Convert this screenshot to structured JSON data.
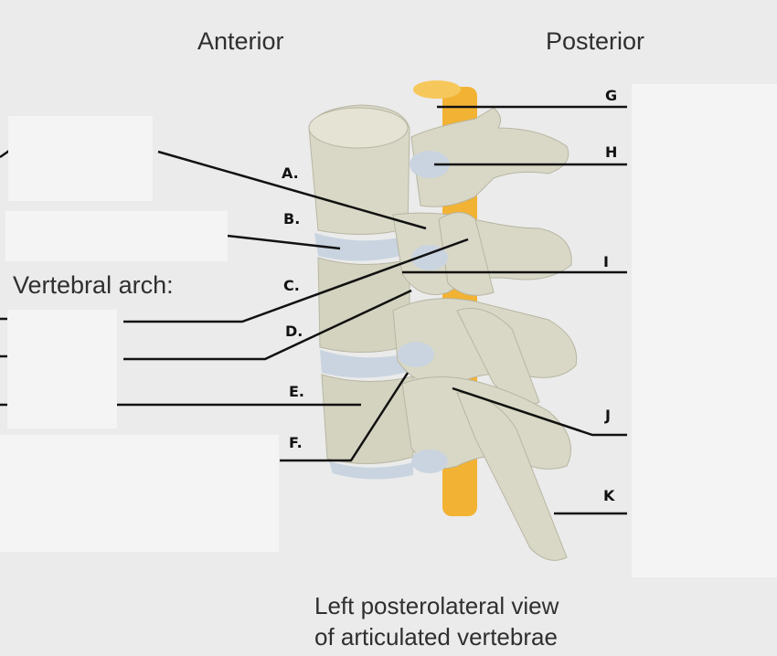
{
  "headers": {
    "anterior": "Anterior",
    "posterior": "Posterior"
  },
  "group_label": "Vertebral arch:",
  "caption": {
    "line1": "Left posterolateral view",
    "line2": "of articulated vertebrae"
  },
  "handwritten_labels": [
    "A.",
    "B.",
    "C.",
    "D.",
    "E.",
    "F.",
    "G",
    "H",
    "I",
    "J",
    "K"
  ],
  "colors": {
    "background": "#ebebeb",
    "bone": "#d9d8c6",
    "bone_shadow": "#b7b6a3",
    "spinal_cord": "#f2b233",
    "disc": "#c9d4e0",
    "leader_line": "#111111"
  }
}
